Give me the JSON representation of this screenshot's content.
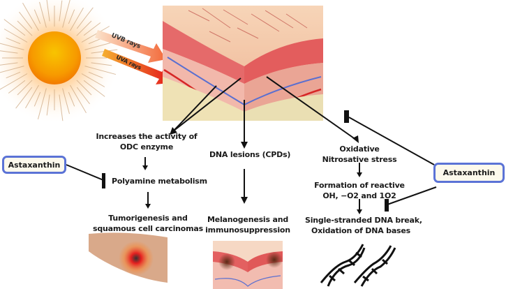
{
  "sun": {
    "uvb_label": "UVB rays",
    "uva_label": "UVA rays"
  },
  "pathways": {
    "left": {
      "step1": [
        "Increases the activity of",
        "ODC enzyme"
      ],
      "step2": "Polyamine metabolism",
      "outcome": [
        "Tumorigenesis and",
        "squamous cell carcinomas"
      ]
    },
    "middle": {
      "step1": "DNA lesions (CPDs)",
      "outcome": [
        "Melanogenesis and",
        "immunosuppression"
      ]
    },
    "right": {
      "step1": [
        "Oxidative",
        "Nitrosative stress"
      ],
      "step2": [
        "Formation of reactive",
        "OH, −O2 and 1O2"
      ],
      "outcome": [
        "Single-stranded DNA break,",
        "Oxidation of DNA bases"
      ]
    }
  },
  "inhibitors": {
    "left": "Astaxanthin",
    "right": "Astaxanthin"
  },
  "colors": {
    "inhibitor_border": "#5b73d6",
    "inhibitor_fill": "#fdf9ec",
    "uvb": "#f08a4b",
    "uva": "#e0201a",
    "sun": "#f7a400"
  }
}
